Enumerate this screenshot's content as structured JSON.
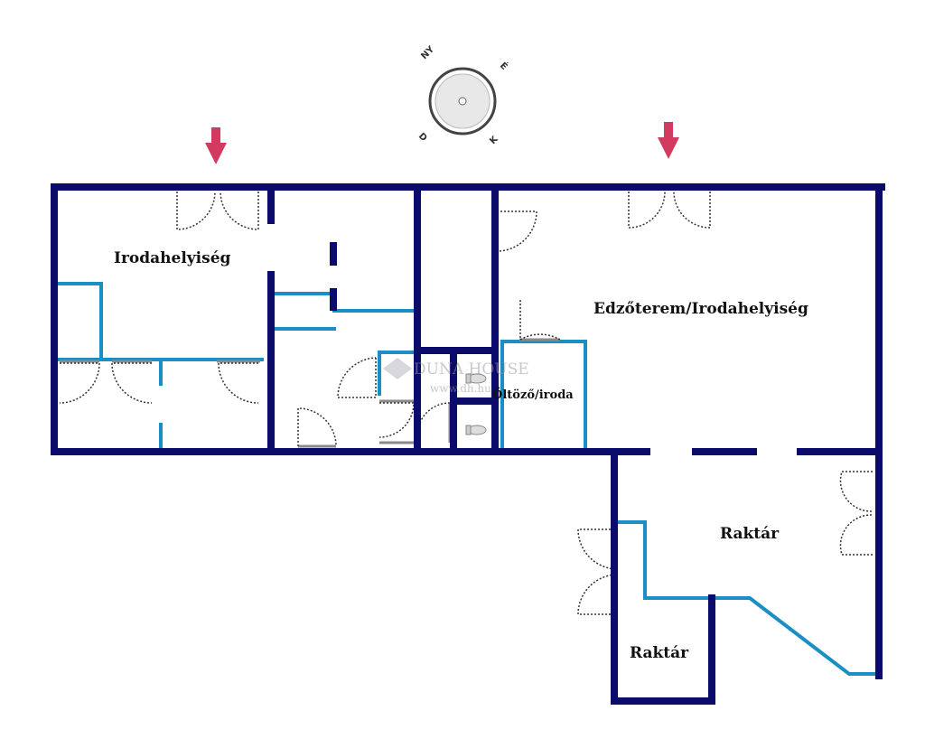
{
  "compass": {
    "north_label": "NY",
    "east_label": "É",
    "south_label": "D",
    "west_label": "K"
  },
  "watermark": {
    "brand": "DUNA HOUSE",
    "url": "www.dh.hu"
  },
  "rooms": {
    "office_left": "Irodahelyiség",
    "gym_office": "Edzőterem/Irodahelyiség",
    "dressing_office": "Öltöző/iroda",
    "storage_large": "Raktár",
    "storage_small": "Raktár"
  },
  "colors": {
    "wall": "#0b0b6b",
    "partition": "#1b8fc4",
    "window": "#a9cde6",
    "door_swing": "#333333",
    "entrance_arrow": "#d23b5f",
    "compass_needle_north": "#c8405a",
    "compass_needle_south": "#7a7a7a"
  },
  "icons": {
    "entrance_arrow": "arrow-down-icon",
    "compass": "compass-icon",
    "toilet": "toilet-icon"
  }
}
